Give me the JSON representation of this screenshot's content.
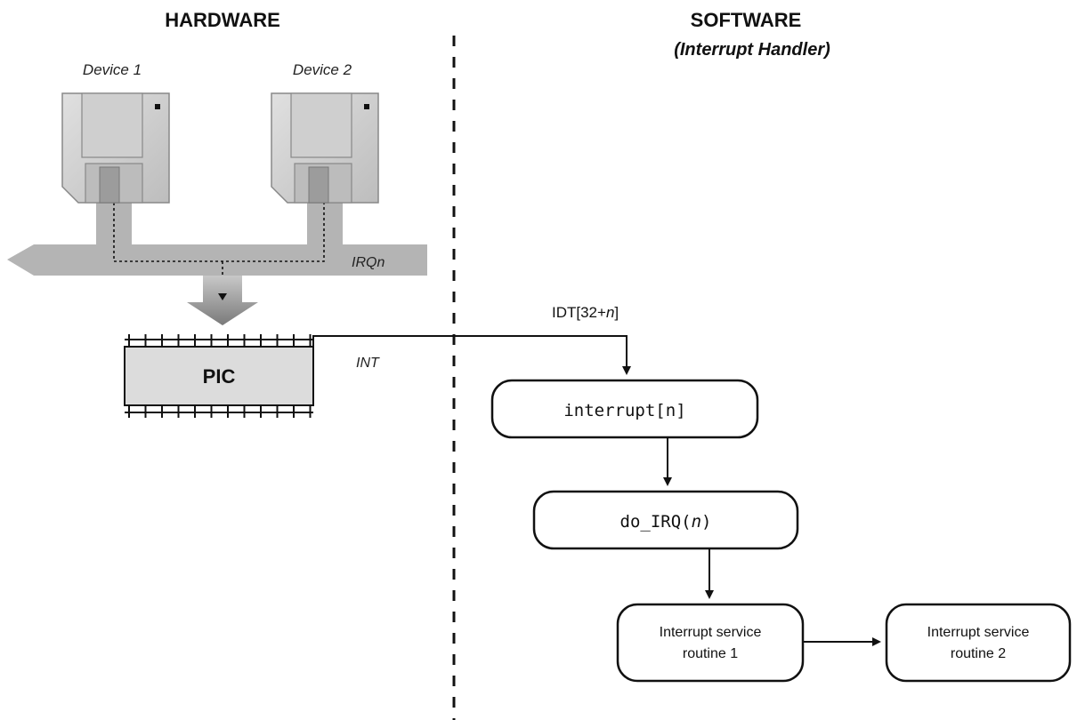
{
  "headers": {
    "hardware": "HARDWARE",
    "software": "SOFTWARE",
    "software_sub": "(Interrupt Handler)"
  },
  "devices": [
    {
      "label": "Device 1",
      "icon": "floppy-disk-icon"
    },
    {
      "label": "Device 2",
      "icon": "floppy-disk-icon"
    }
  ],
  "bus": {
    "label": "IRQ",
    "suffix": "n"
  },
  "pic": {
    "label": "PIC"
  },
  "int_label": "INT",
  "idt_label": {
    "prefix": "IDT[32+",
    "var": "n",
    "suffix": "]"
  },
  "software_nodes": {
    "interrupt": "interrupt[n]",
    "do_irq": {
      "prefix": "do_IRQ(",
      "var": "n",
      "suffix": ")"
    },
    "isr1": {
      "line1": "Interrupt service",
      "line2": "routine 1"
    },
    "isr2": {
      "line1": "Interrupt service",
      "line2": "routine 2"
    }
  },
  "colors": {
    "device_fill": "#d2d2d2",
    "bus_fill": "#b4b4b4",
    "pic_fill": "#dcdcdc",
    "line": "#111111"
  }
}
